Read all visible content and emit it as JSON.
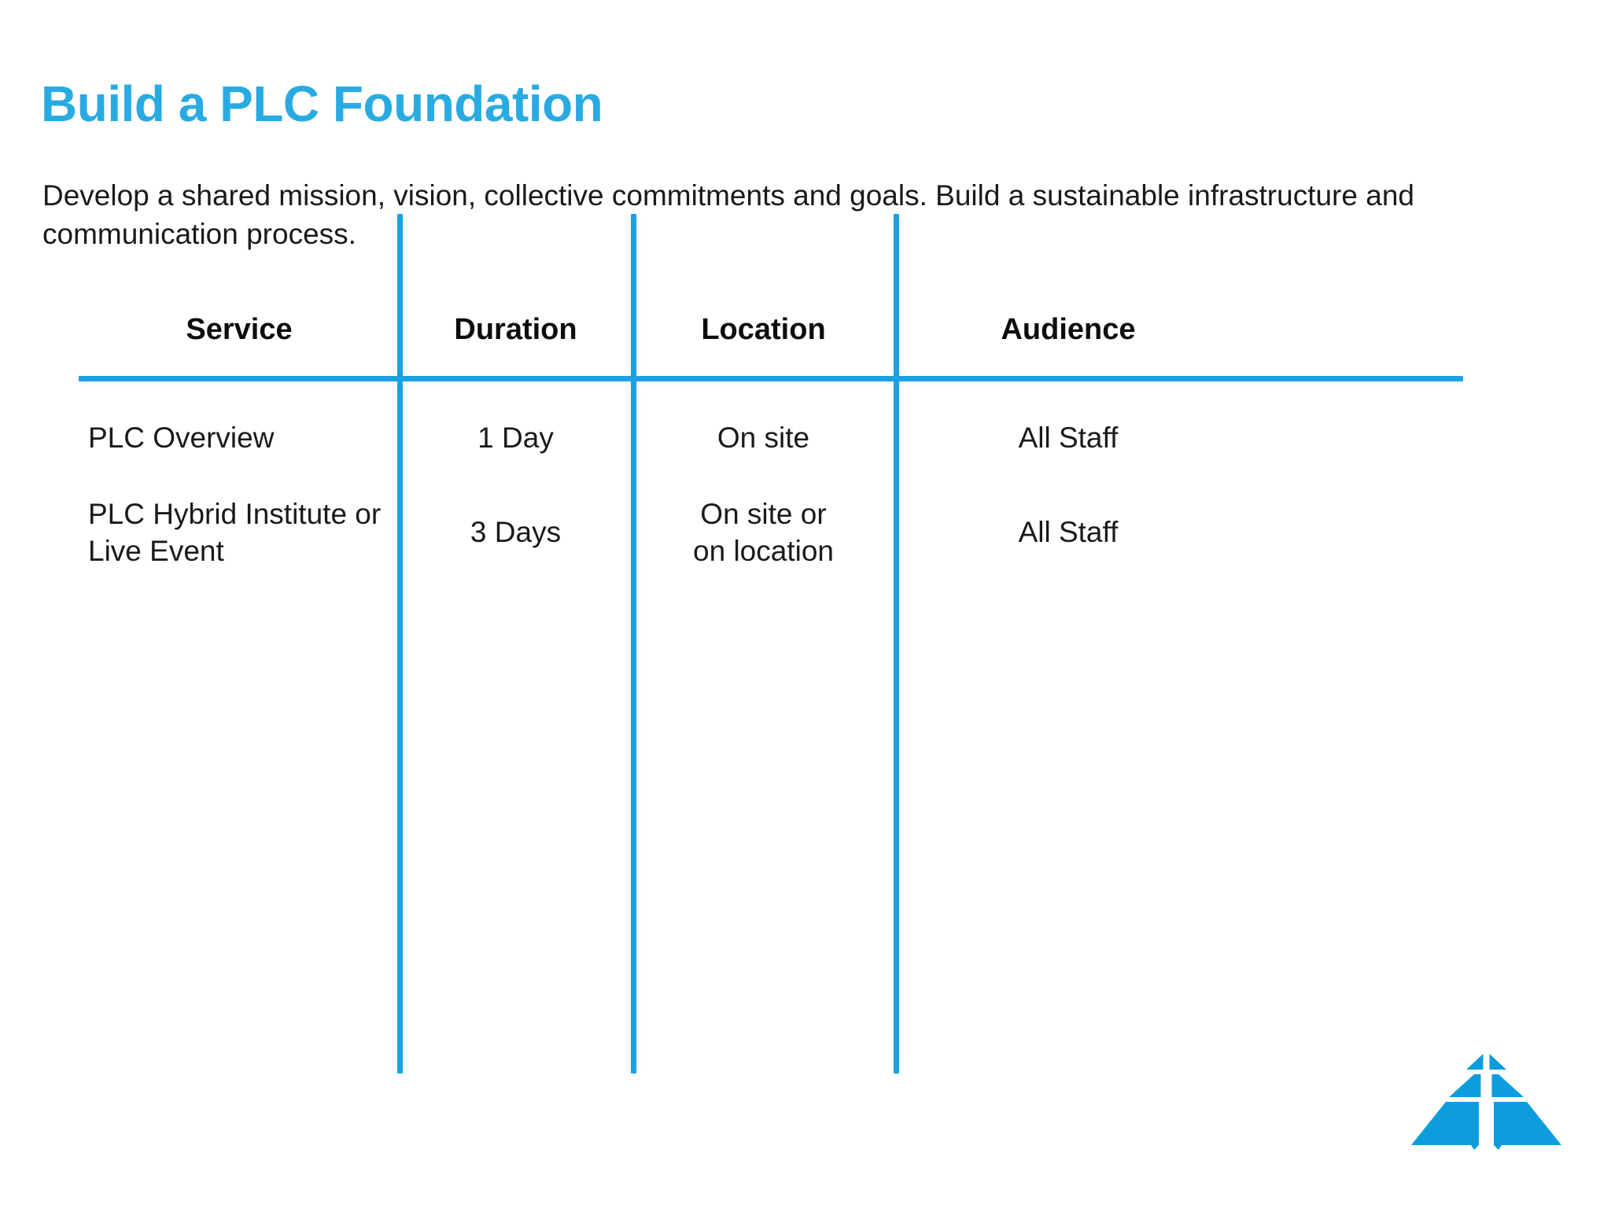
{
  "slide": {
    "title": "Build a PLC Foundation",
    "subtitle": "Develop a shared mission, vision, collective commitments and goals.  Build a sustainable infrastructure and communication process.",
    "accent_color": "#29abe2",
    "rule_color": "#1ba1e2",
    "logo_color": "#0d9ddd",
    "text_color": "#1a1a1a",
    "background_color": "#ffffff"
  },
  "table": {
    "headers": [
      {
        "label": "Service"
      },
      {
        "label": "Duration"
      },
      {
        "label": "Location"
      },
      {
        "label": "Audience"
      }
    ],
    "rows": [
      {
        "service": "PLC Overview",
        "service_line2": "",
        "duration": "1 Day",
        "location_line1": "On site",
        "location_line2": "",
        "audience": "All Staff"
      },
      {
        "service": "PLC Hybrid Institute or",
        "service_line2": "Live Event",
        "duration": "3 Days",
        "location_line1": "On site or",
        "location_line2": "on location",
        "audience": "All Staff"
      }
    ]
  },
  "logo": {
    "name": "pyramid-book-logo"
  }
}
